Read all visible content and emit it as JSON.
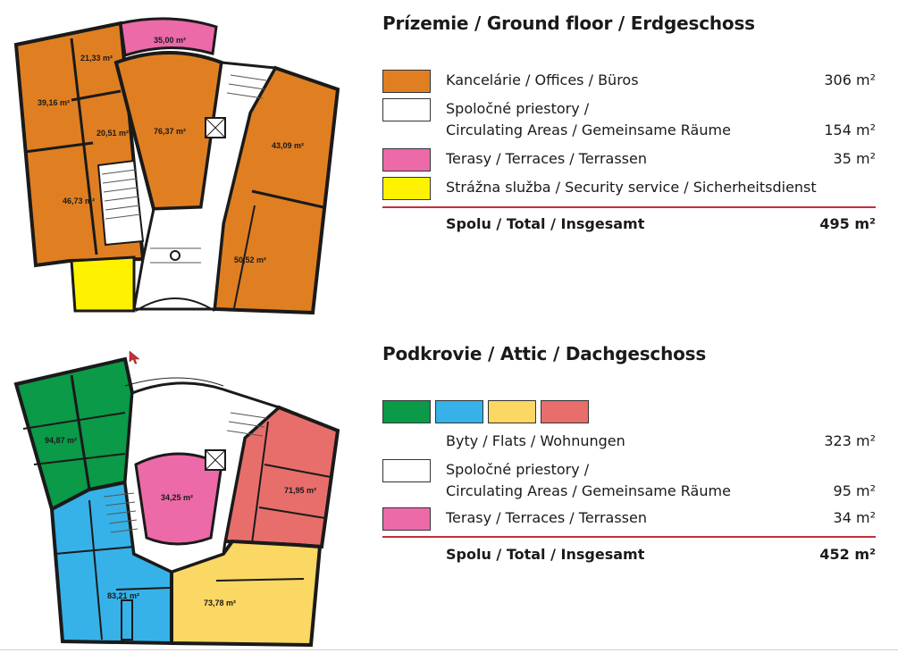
{
  "colors": {
    "offices": "#e07f22",
    "circulating": "#ffffff",
    "terraces": "#ec6aa8",
    "security": "#fff200",
    "flats_green": "#0a9a48",
    "flats_blue": "#36b2e8",
    "flats_yellow": "#fbd764",
    "flats_red": "#e86e6b",
    "rule": "#c4303b",
    "walls": "#1a1a1a"
  },
  "ground": {
    "title": "Prízemie / Ground floor / Erdgeschoss",
    "legend": [
      {
        "label": "Kancelárie / Offices / Büros",
        "value": "306 m²",
        "color": "offices"
      },
      {
        "label1": "Spoločné priestory /",
        "label2": "Circulating Areas / Gemeinsame Räume",
        "value": "154 m²",
        "color": "circulating"
      },
      {
        "label": "Terasy / Terraces / Terrassen",
        "value": "35 m²",
        "color": "terraces"
      },
      {
        "label": "Strážna služba / Security service / Sicherheitsdienst",
        "value": "",
        "color": "security"
      }
    ],
    "total_label": "Spolu / Total / Insgesamt",
    "total_value": "495 m²",
    "rooms": [
      "35,00 m²",
      "21,33 m²",
      "39,16 m²",
      "20,51 m²",
      "76,37 m²",
      "43,09 m²",
      "46,73 m²",
      "50,52 m²"
    ]
  },
  "attic": {
    "title": "Podkrovie / Attic / Dachgeschoss",
    "legend": [
      {
        "label": "Byty / Flats / Wohnungen",
        "value": "323 m²"
      },
      {
        "label1": "Spoločné priestory /",
        "label2": "Circulating Areas / Gemeinsame Räume",
        "value": "95 m²"
      },
      {
        "label": "Terasy / Terraces / Terrassen",
        "value": "34 m²"
      }
    ],
    "total_label": "Spolu / Total / Insgesamt",
    "total_value": "452 m²",
    "rooms": [
      "94,87 m²",
      "34,25 m²",
      "71,95 m²",
      "83,21 m²",
      "73,78 m²"
    ]
  }
}
